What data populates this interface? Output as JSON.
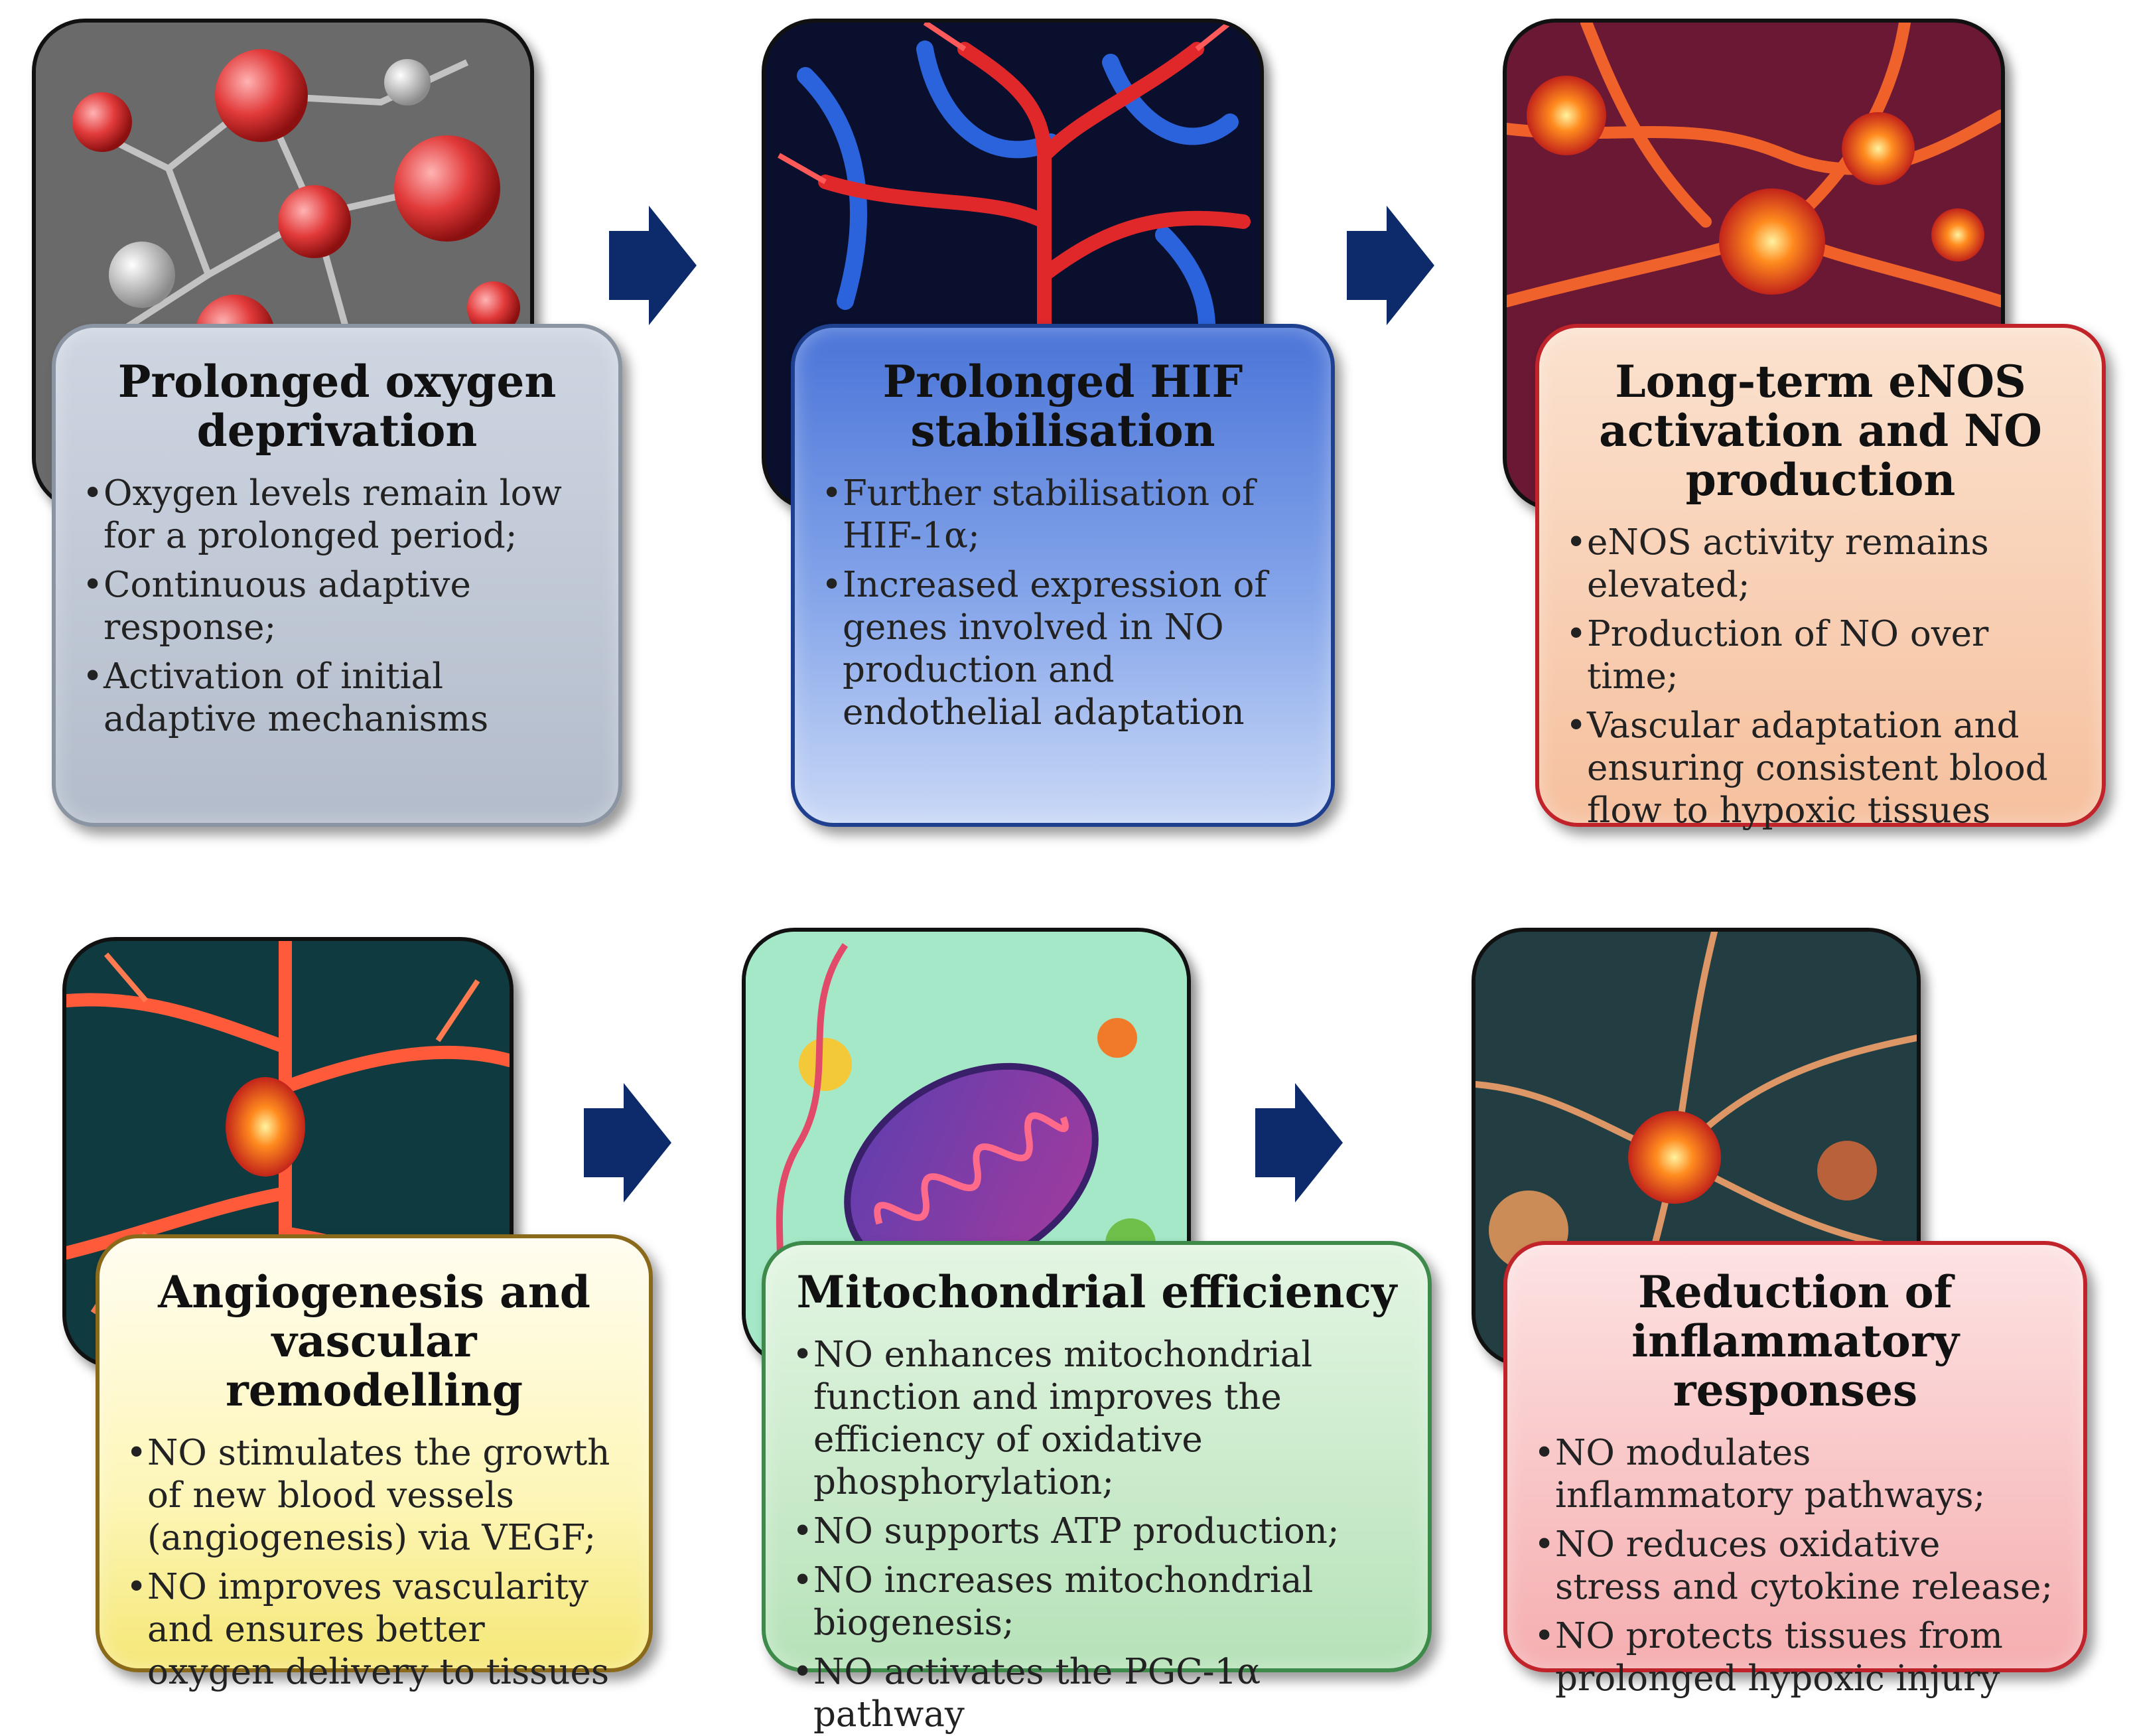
{
  "panels": [
    {
      "title": "Prolonged oxygen deprivation",
      "image_icon": "red-cell-network-image",
      "bullets": [
        "Oxygen levels remain low for a prolonged period;",
        "Continuous adaptive response;",
        "Activation of initial adaptive mechanisms"
      ]
    },
    {
      "title": "Prolonged HIF stabilisation",
      "image_icon": "blood-vessel-network-image",
      "bullets": [
        "Further stabilisation of HIF-1α;",
        "Increased expression of genes involved in NO production and endothelial adaptation"
      ]
    },
    {
      "title": "Long-term eNOS activation and NO production",
      "image_icon": "glowing-endothelial-cells-image",
      "bullets": [
        "eNOS activity remains elevated;",
        "Production of NO over time;",
        "Vascular adaptation and ensuring consistent blood flow to hypoxic tissues"
      ]
    },
    {
      "title": "Angiogenesis and vascular remodelling",
      "image_icon": "branching-vessels-image",
      "bullets": [
        "NO stimulates the growth of new blood vessels (angiogenesis) via VEGF;",
        "NO improves vascularity and ensures better oxygen delivery to tissues"
      ]
    },
    {
      "title": "Mitochondrial efficiency",
      "image_icon": "mitochondrion-image",
      "bullets": [
        "NO enhances mitochondrial function and improves the efficiency of oxidative phosphorylation;",
        "NO supports ATP production;",
        "NO increases mitochondrial biogenesis;",
        "NO activates the PGC-1α pathway"
      ]
    },
    {
      "title": "Reduction of inflammatory responses",
      "image_icon": "neural-cells-image",
      "bullets": [
        "NO modulates inflammatory pathways;",
        "NO reduces oxidative stress and cytokine release;",
        "NO protects tissues from prolonged hypoxic injury"
      ]
    }
  ],
  "colors": {
    "arrow": "#0d2b6b"
  }
}
